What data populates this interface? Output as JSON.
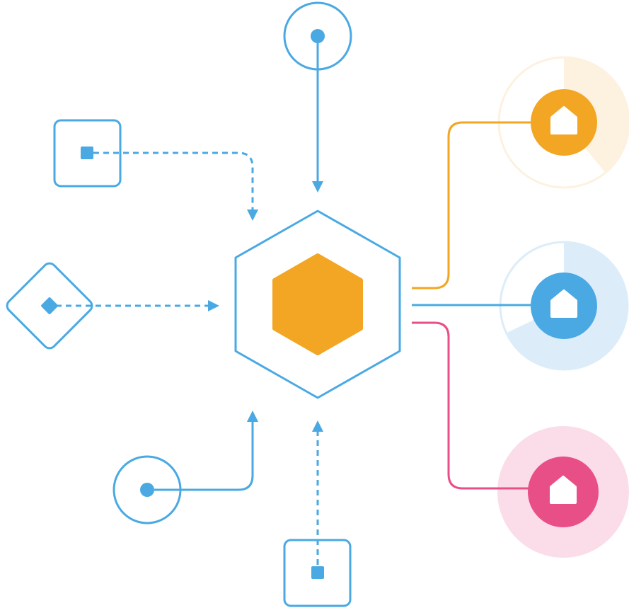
{
  "colors": {
    "blue": "#4aa9e3",
    "orange": "#f2a623",
    "pink": "#e84f87",
    "orange_ring": "#fdf1df",
    "blue_ring": "#dcedf9",
    "pink_ring": "#fbdce9",
    "background": "#ffffff"
  },
  "hub": {
    "outer_shape": "hexagon-outline",
    "inner_shape": "hexagon-filled"
  },
  "inputs": [
    {
      "id": "top-circle-source",
      "shape": "circle",
      "connector": "solid-arrow"
    },
    {
      "id": "top-left-square-source",
      "shape": "rounded-square",
      "connector": "dashed-arrow"
    },
    {
      "id": "left-diamond-source",
      "shape": "diamond",
      "connector": "dashed-arrow"
    },
    {
      "id": "bottom-left-circle-source",
      "shape": "circle",
      "connector": "solid-arrow"
    },
    {
      "id": "bottom-square-source",
      "shape": "rounded-square",
      "connector": "dashed-arrow"
    }
  ],
  "outputs": [
    {
      "id": "orange-output",
      "icon": "home-icon",
      "color_key": "orange",
      "ring_progress": 0.39
    },
    {
      "id": "blue-output",
      "icon": "home-icon",
      "color_key": "blue",
      "ring_progress": 0.68
    },
    {
      "id": "pink-output",
      "icon": "home-icon",
      "color_key": "pink",
      "ring_progress": 1.0
    }
  ]
}
